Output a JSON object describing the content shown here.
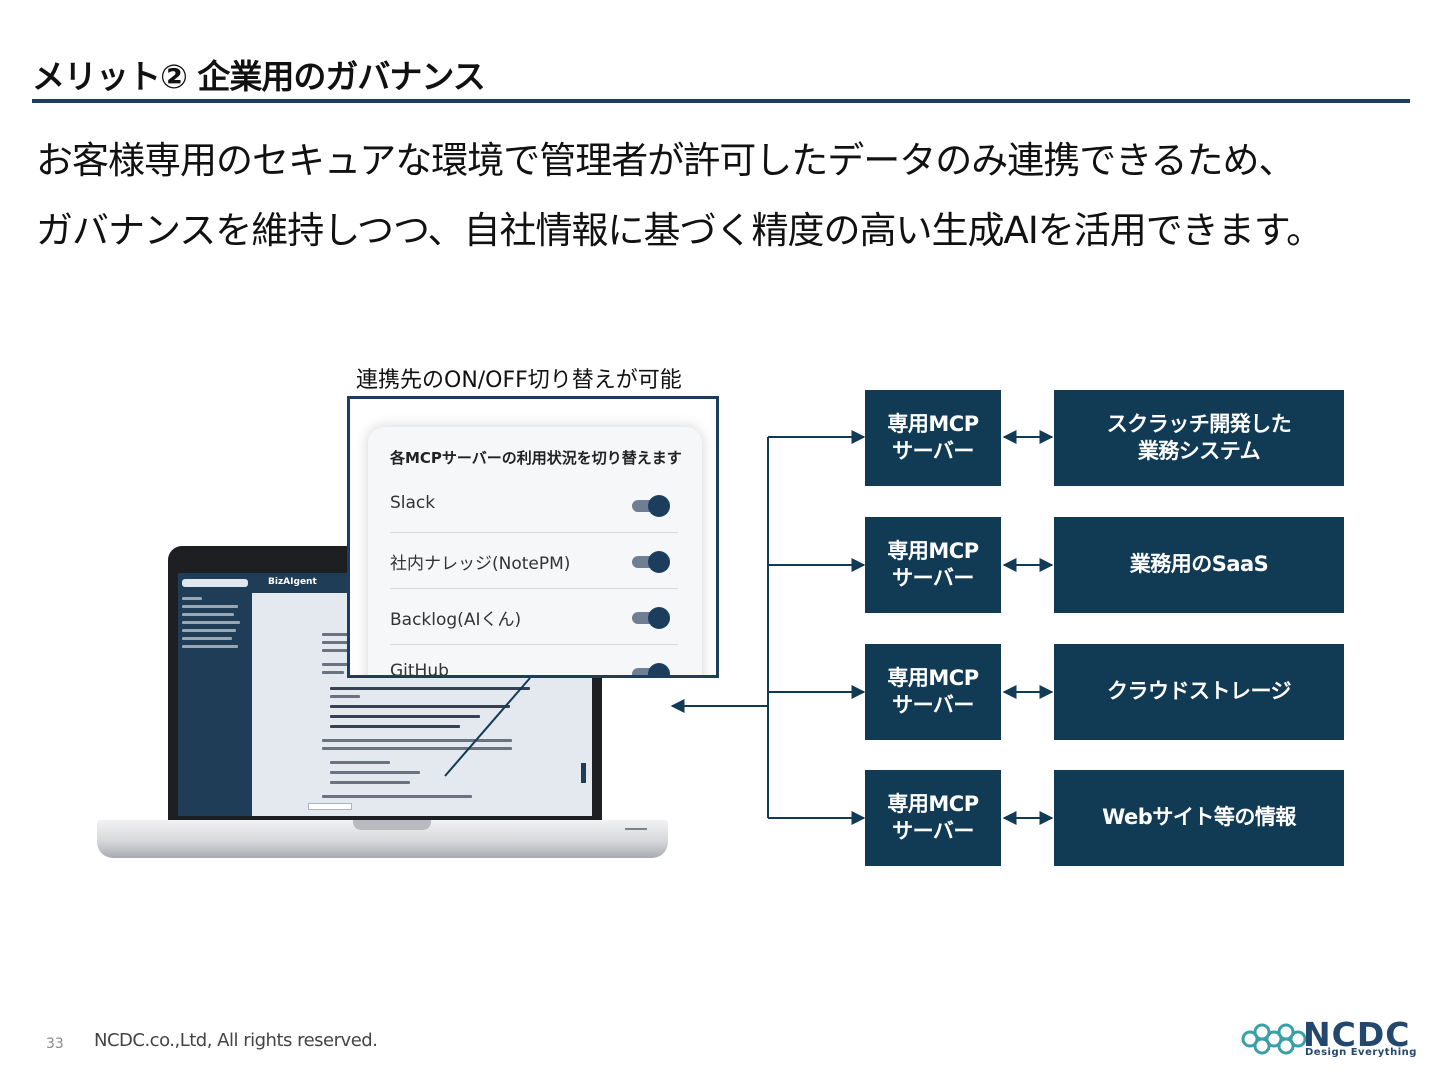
{
  "slide": {
    "title": "メリット② 企業用のガバナンス",
    "lead_line1": "お客様専用のセキュアな環境で管理者が許可したデータのみ連携できるため、",
    "lead_line2": "ガバナンスを維持しつつ、自社情報に基づく精度の高い生成AIを活用できます。"
  },
  "callout": {
    "caption": "連携先のON/OFF切り替えが可能",
    "panel_title": "各MCPサーバーの利用状況を切り替えます",
    "toggles": [
      {
        "label": "Slack",
        "on": true
      },
      {
        "label": "社内ナレッジ(NotePM)",
        "on": true
      },
      {
        "label": "Backlog(AIくん)",
        "on": true
      },
      {
        "label": "GitHub",
        "on": true
      }
    ]
  },
  "laptop_screen": {
    "app_name": "BizAIgent"
  },
  "diagram": {
    "rows": [
      {
        "server": "専用MCP\nサーバー",
        "target": "スクラッチ開発した\n業務システム"
      },
      {
        "server": "専用MCP\nサーバー",
        "target": "業務用のSaaS"
      },
      {
        "server": "専用MCP\nサーバー",
        "target": "クラウドストレージ"
      },
      {
        "server": "専用MCP\nサーバー",
        "target": "Webサイト等の情報"
      }
    ],
    "color": "#113a55"
  },
  "footer": {
    "page_number": "33",
    "copyright": "NCDC.co.,Ltd, All rights reserved.",
    "logo_text": "NCDC",
    "logo_tagline": "Design Everything"
  }
}
